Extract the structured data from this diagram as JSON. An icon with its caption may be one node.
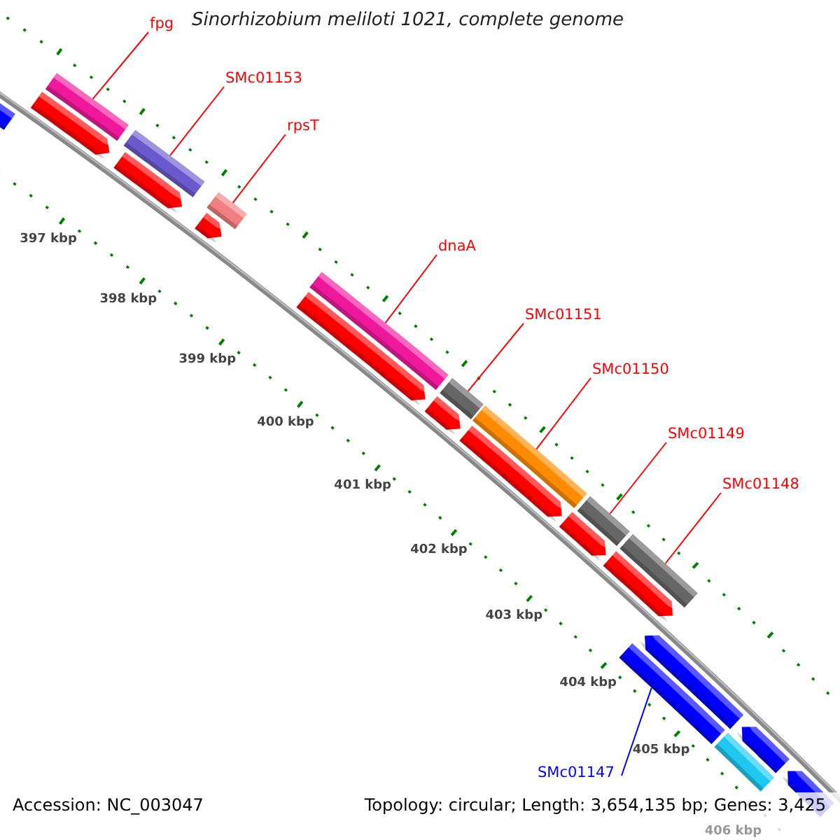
{
  "diagram": {
    "title": "Sinorhizobium meliloti 1021, complete genome",
    "nodes": [
      {
        "text": [
          "fpg"
        ]
      },
      {
        "text": [
          "SMc01153"
        ]
      },
      {
        "text": [
          "rpsT"
        ]
      },
      {
        "text": [
          "dnaA"
        ]
      },
      {
        "text": [
          "SMc01151"
        ]
      },
      {
        "text": [
          "SMc01150"
        ]
      },
      {
        "text": [
          "SMc01149"
        ]
      },
      {
        "text": [
          "SMc01148"
        ]
      },
      {
        "text": [
          "SMc01147"
        ]
      },
      {
        "text": [],
        "shape": "bar"
      },
      {
        "text": [],
        "shape": "bar"
      },
      {
        "text": [],
        "shape": "bar"
      },
      {
        "text": [],
        "shape": "bar"
      },
      {
        "text": [],
        "shape": "bar"
      },
      {
        "text": [],
        "shape": "bar"
      },
      {
        "text": [],
        "shape": "bar"
      },
      {
        "text": [],
        "shape": "bar"
      },
      {
        "text": [],
        "shape": "bar"
      }
    ],
    "edges": [
      {
        "from": 0,
        "to": 9,
        "arrow": "none"
      },
      {
        "from": 1,
        "to": 10,
        "arrow": "none"
      },
      {
        "from": 2,
        "to": 11,
        "arrow": "none"
      },
      {
        "from": 3,
        "to": 12,
        "arrow": "none"
      },
      {
        "from": 4,
        "to": 13,
        "arrow": "none"
      },
      {
        "from": 5,
        "to": 14,
        "arrow": "none"
      },
      {
        "from": 6,
        "to": 15,
        "arrow": "none"
      },
      {
        "from": 7,
        "to": 16,
        "arrow": "none"
      },
      {
        "from": 8,
        "to": 17,
        "arrow": "none",
        "color": "#0000ff"
      }
    ],
    "labels": [
      "397 kbp",
      "398 kbp",
      "399 kbp",
      "400 kbp",
      "401 kbp",
      "402 kbp",
      "403 kbp",
      "404 kbp",
      "405 kbp",
      "406 kbp",
      "Accession: NC_003047",
      "Topology: circular; Length: 3,654,135 bp; Genes: 3,425"
    ]
  }
}
